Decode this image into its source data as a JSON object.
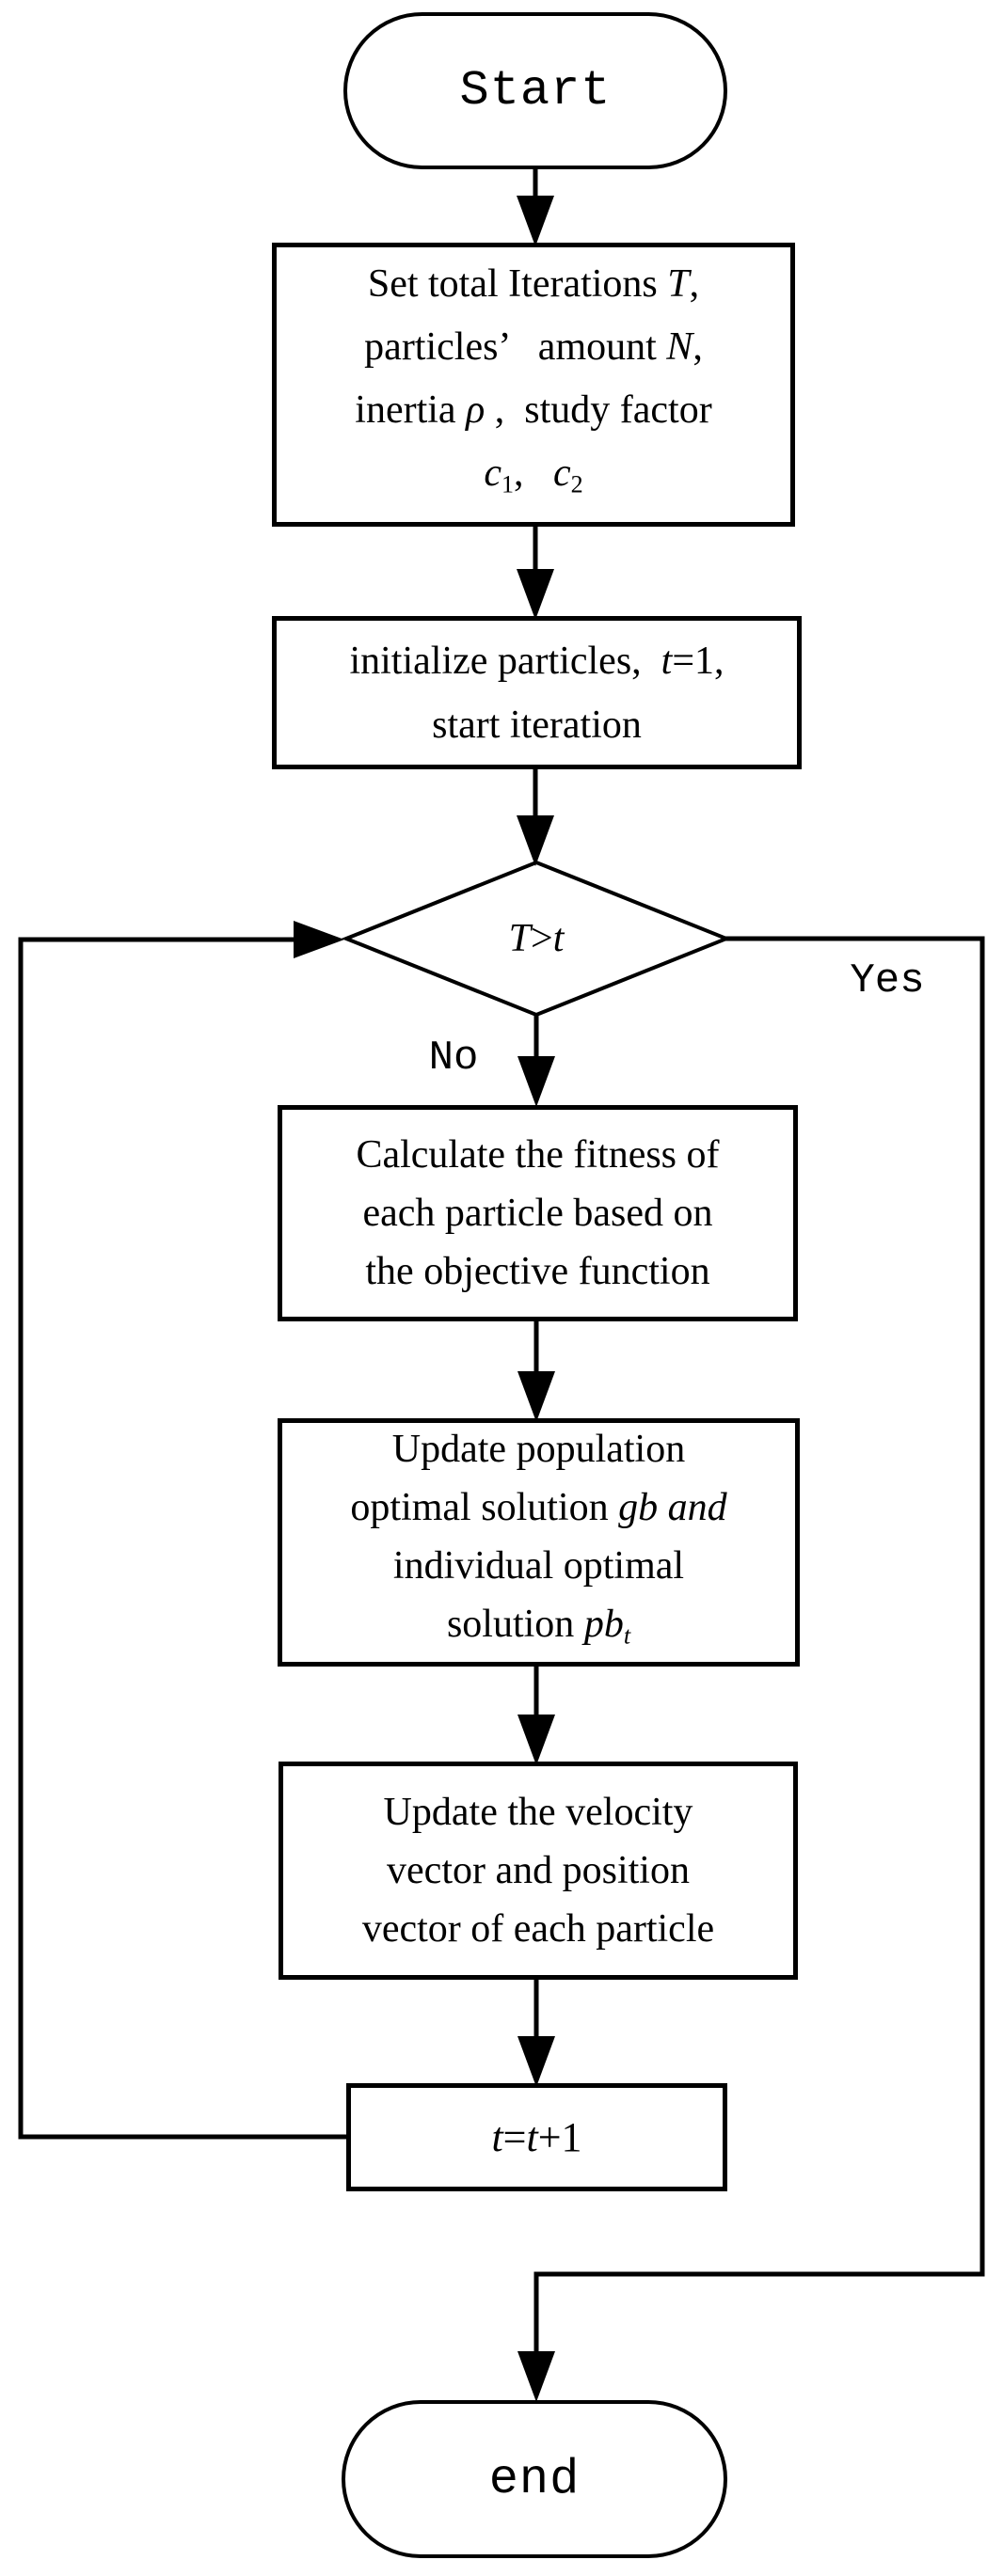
{
  "colors": {
    "background": "#ffffff",
    "stroke": "#000000",
    "text": "#000000"
  },
  "nodes": {
    "start": {
      "type": "terminator",
      "label": "Start"
    },
    "set_params": {
      "type": "process",
      "lines": [
        [
          {
            "t": "Set total Iterations "
          },
          {
            "t": "T",
            "i": true
          },
          {
            "t": ","
          }
        ],
        [
          {
            "t": "particles’   amount "
          },
          {
            "t": "N",
            "i": true
          },
          {
            "t": ","
          }
        ],
        [
          {
            "t": "inertia "
          },
          {
            "t": "ρ",
            "i": true
          },
          {
            "t": " ,  study factor"
          }
        ],
        [
          {
            "t": "c",
            "i": true
          },
          {
            "t": "1",
            "sub": true
          },
          {
            "t": ",   "
          },
          {
            "t": "c",
            "i": true
          },
          {
            "t": "2",
            "sub": true
          }
        ]
      ]
    },
    "initialize": {
      "type": "process",
      "lines": [
        [
          {
            "t": "initialize particles,  "
          },
          {
            "t": "t",
            "i": true
          },
          {
            "t": "=1,"
          }
        ],
        [
          {
            "t": "start iteration"
          }
        ]
      ]
    },
    "decision": {
      "type": "decision",
      "lines": [
        [
          {
            "t": "T",
            "i": true
          },
          {
            "t": ">"
          },
          {
            "t": "t",
            "i": true
          }
        ]
      ]
    },
    "calc_fitness": {
      "type": "process",
      "lines": [
        [
          {
            "t": "Calculate the fitness of"
          }
        ],
        [
          {
            "t": "each particle based on"
          }
        ],
        [
          {
            "t": "the objective function"
          }
        ]
      ]
    },
    "update_optimal": {
      "type": "process",
      "lines": [
        [
          {
            "t": "Update population"
          }
        ],
        [
          {
            "t": "optimal solution "
          },
          {
            "t": "gb and",
            "i": true
          }
        ],
        [
          {
            "t": "individual optimal"
          }
        ],
        [
          {
            "t": "solution "
          },
          {
            "t": "pb",
            "i": true
          },
          {
            "t": "t",
            "i": true,
            "sub": true
          }
        ]
      ]
    },
    "update_vectors": {
      "type": "process",
      "lines": [
        [
          {
            "t": "Update the velocity"
          }
        ],
        [
          {
            "t": "vector and position"
          }
        ],
        [
          {
            "t": "vector of each particle"
          }
        ]
      ]
    },
    "increment": {
      "type": "process",
      "lines": [
        [
          {
            "t": "t",
            "i": true
          },
          {
            "t": "="
          },
          {
            "t": "t",
            "i": true
          },
          {
            "t": "+1"
          }
        ]
      ]
    },
    "end": {
      "type": "terminator",
      "label": "end"
    }
  },
  "edge_labels": {
    "yes": "Yes",
    "no": "No"
  }
}
